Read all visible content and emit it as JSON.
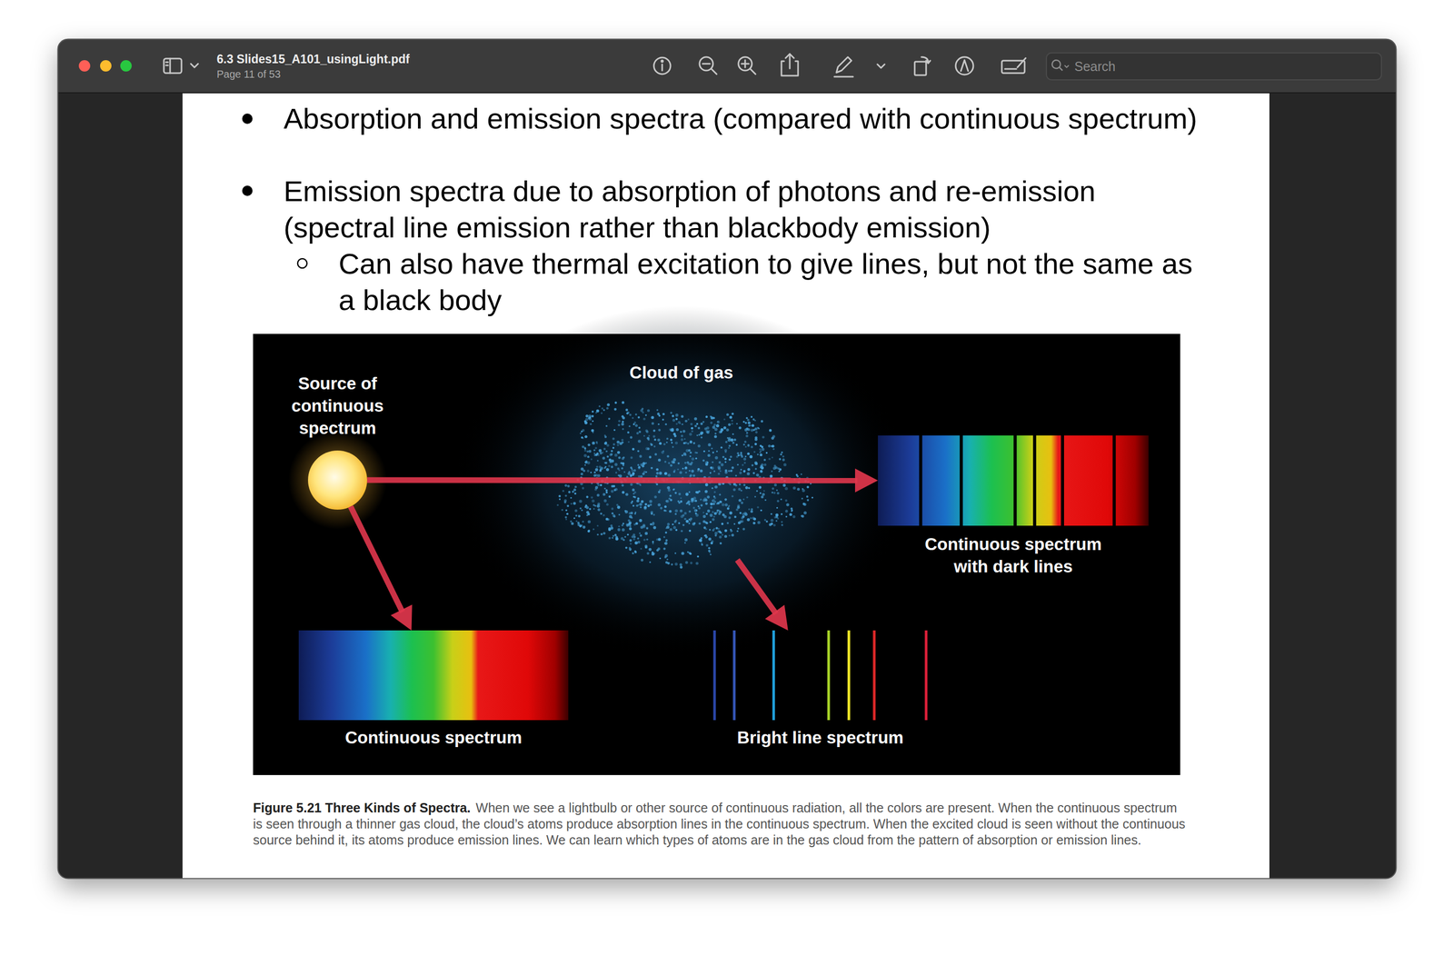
{
  "diagram": {
    "caption": "Figure 5.21 Three Kinds of Spectra.",
    "nodes": [
      {
        "text": [
          "Source of continuous spectrum"
        ]
      },
      {
        "text": [
          "Cloud of gas"
        ]
      },
      {
        "text": [
          "Continuous spectrum with dark lines"
        ]
      },
      {
        "text": [
          "Continuous spectrum"
        ]
      },
      {
        "text": [
          "Bright line spectrum"
        ]
      }
    ],
    "edges": [
      {
        "from": 0,
        "to": 2,
        "arrow": "to"
      },
      {
        "from": 0,
        "to": 3,
        "arrow": "to"
      },
      {
        "from": 1,
        "to": 4,
        "arrow": "to"
      }
    ],
    "labels": [
      "6.3 Slides15_A101_usingLight.pdf",
      "Page 11 of 53",
      "Search",
      "Absorption and emission spectra (compared with continuous spectrum)",
      "Emission spectra due to absorption of photons and re-emission (spectral line emission rather than blackbody emission)",
      "Can also have thermal excitation to give lines, but not the same as a black body",
      "When we see a lightbulb or other source of continuous radiation, all the colors are present. When the continuous spectrum is seen through a thinner gas cloud, the cloud’s atoms produce absorption lines in the continuous spectrum. When the excited cloud is seen without the continuous source behind it, its atoms produce emission lines. We can learn which types of atoms are in the gas cloud from the pattern of absorption or emission lines."
    ]
  }
}
